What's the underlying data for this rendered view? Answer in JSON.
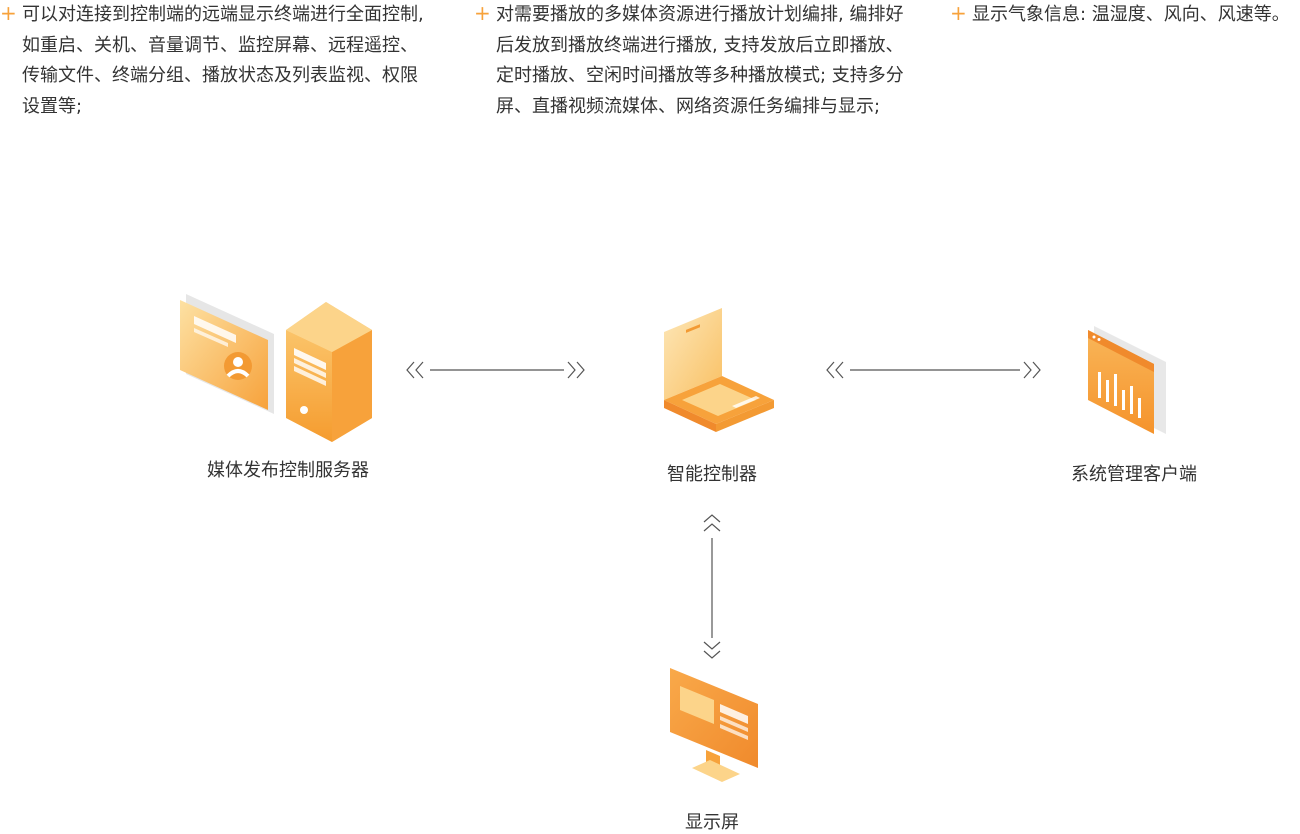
{
  "features": [
    {
      "icon": "plus-icon",
      "text": "可以对连接到控制端的远端显示终端进行全面控制, 如重启、关机、音量调节、监控屏幕、远程遥控、传输文件、终端分组、播放状态及列表监视、权限设置等;"
    },
    {
      "icon": "plus-icon",
      "text": "对需要播放的多媒体资源进行播放计划编排, 编排好后发放到播放终端进行播放, 支持发放后立即播放、定时播放、空闲时间播放等多种播放模式; 支持多分屏、直播视频流媒体、网络资源任务编排与显示;"
    },
    {
      "icon": "plus-icon",
      "text": "显示气象信息: 温湿度、风向、风速等。"
    }
  ],
  "plus_symbol": "+",
  "nodes": {
    "media_server": {
      "label": "媒体发布控制服务器",
      "icon": "server-icon"
    },
    "controller": {
      "label": "智能控制器",
      "icon": "laptop-icon"
    },
    "client": {
      "label": "系统管理客户端",
      "icon": "chart-panel-icon"
    },
    "display": {
      "label": "显示屏",
      "icon": "monitor-icon"
    }
  },
  "colors": {
    "accent_orange": "#f7a23b",
    "deep_orange": "#f08a2c",
    "light_orange": "#fcd48a",
    "line_gray": "#555555"
  }
}
